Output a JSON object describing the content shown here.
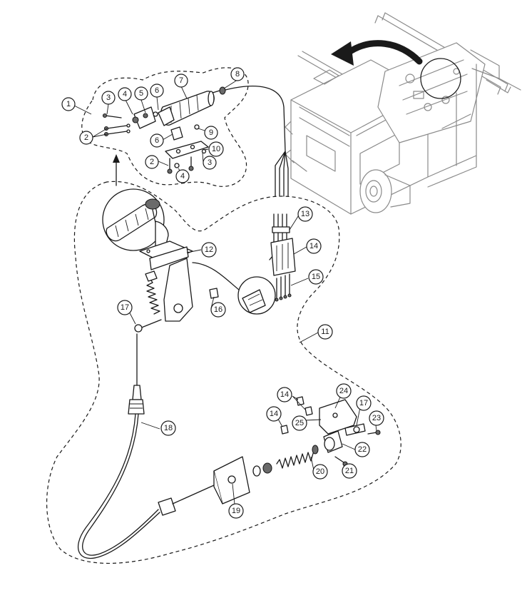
{
  "callouts": [
    {
      "id": "c1",
      "label": "1"
    },
    {
      "id": "c2a",
      "label": "2"
    },
    {
      "id": "c2b",
      "label": "2"
    },
    {
      "id": "c3a",
      "label": "3"
    },
    {
      "id": "c3b",
      "label": "3"
    },
    {
      "id": "c4a",
      "label": "4"
    },
    {
      "id": "c4b",
      "label": "4"
    },
    {
      "id": "c5",
      "label": "5"
    },
    {
      "id": "c6a",
      "label": "6"
    },
    {
      "id": "c6b",
      "label": "6"
    },
    {
      "id": "c7",
      "label": "7"
    },
    {
      "id": "c8",
      "label": "8"
    },
    {
      "id": "c9",
      "label": "9"
    },
    {
      "id": "c10",
      "label": "10"
    },
    {
      "id": "c11",
      "label": "11"
    },
    {
      "id": "c12",
      "label": "12"
    },
    {
      "id": "c13",
      "label": "13"
    },
    {
      "id": "c14a",
      "label": "14"
    },
    {
      "id": "c14b",
      "label": "14"
    },
    {
      "id": "c14c",
      "label": "14"
    },
    {
      "id": "c15",
      "label": "15"
    },
    {
      "id": "c16",
      "label": "16"
    },
    {
      "id": "c17a",
      "label": "17"
    },
    {
      "id": "c17b",
      "label": "17"
    },
    {
      "id": "c18",
      "label": "18"
    },
    {
      "id": "c19",
      "label": "19"
    },
    {
      "id": "c20",
      "label": "20"
    },
    {
      "id": "c21",
      "label": "21"
    },
    {
      "id": "c22",
      "label": "22"
    },
    {
      "id": "c23",
      "label": "23"
    },
    {
      "id": "c24",
      "label": "24"
    },
    {
      "id": "c25",
      "label": "25"
    }
  ]
}
